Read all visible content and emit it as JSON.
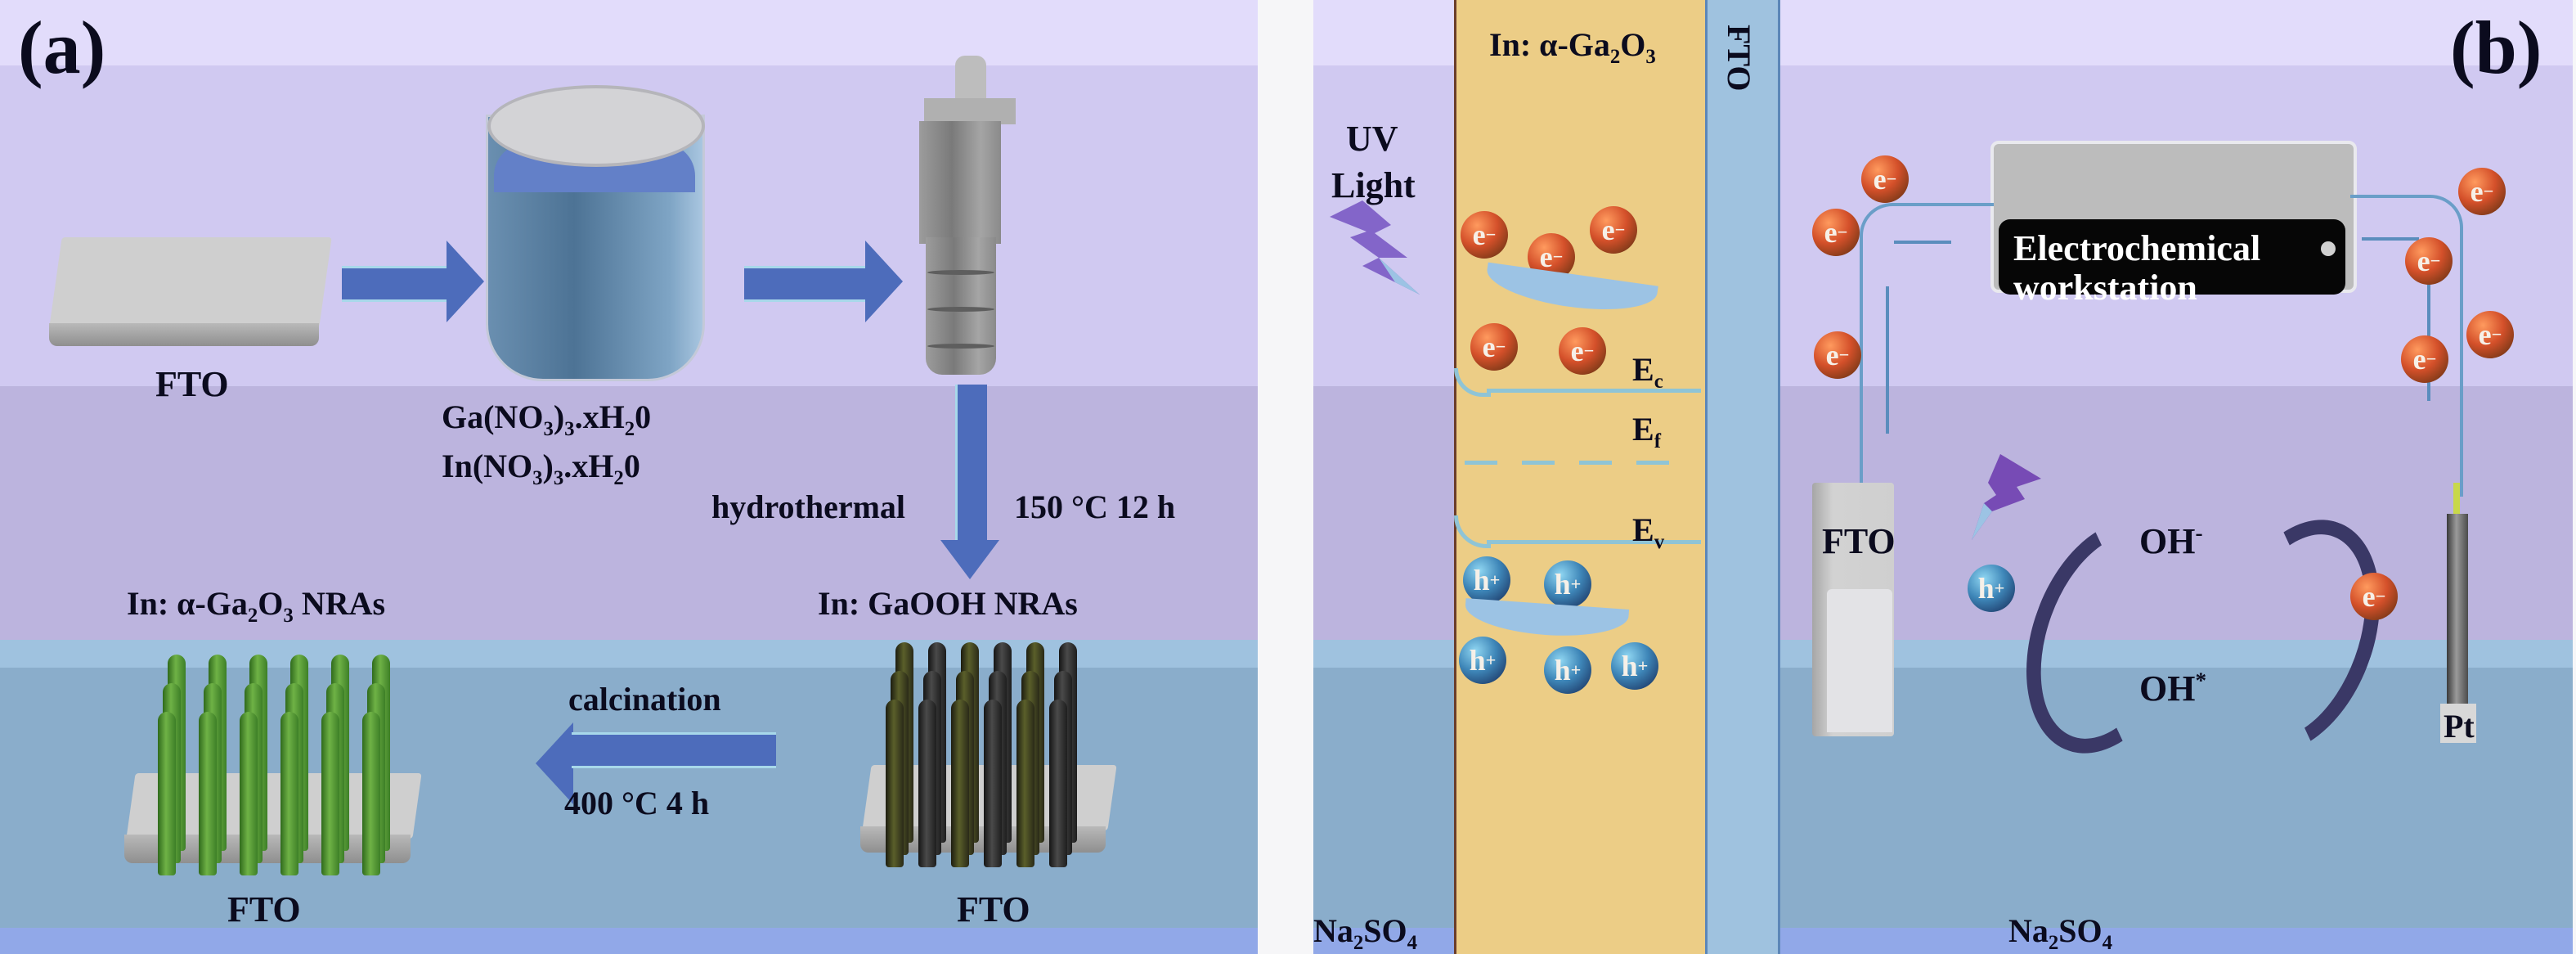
{
  "figure": {
    "panel_a": {
      "label": "(a)",
      "fto_substrate_label": "FTO",
      "precursors": [
        {
          "base": "Ga(NO",
          "sub1": "3",
          "mid": ")",
          "sub2": "3",
          "tail": ".xH",
          "sub3": "2",
          "end": "0"
        },
        {
          "base": "In(NO",
          "sub1": "3",
          "mid": ")",
          "sub2": "3",
          "tail": ".xH",
          "sub3": "2",
          "end": "0"
        }
      ],
      "hydrothermal_label": "hydrothermal",
      "hydrothermal_conditions": "150 °C  12 h",
      "gaooh_label": "In: GaOOH NRAs",
      "ga2o3_label": {
        "prefix": "In: α-Ga",
        "sub1": "2",
        "mid": "O",
        "sub2": "3",
        "suffix": " NRAs"
      },
      "calcination_label": "calcination",
      "calcination_conditions": "400 °C   4 h",
      "fto_left_label": "FTO",
      "fto_right_label": "FTO"
    },
    "panel_b": {
      "label": "(b)",
      "uv_label_line1": "UV",
      "uv_label_line2": "Light",
      "layer_label": {
        "prefix": "In: α-Ga",
        "sub1": "2",
        "mid": "O",
        "sub2": "3"
      },
      "fto_strip_label": "FTO",
      "band_levels": [
        {
          "base": "E",
          "sub": "c"
        },
        {
          "base": "E",
          "sub": "f"
        },
        {
          "base": "E",
          "sub": "v"
        }
      ],
      "electron_symbol": {
        "base": "e",
        "sup": "−"
      },
      "hole_symbol": {
        "base": "h",
        "sup": "+"
      },
      "electrolyte_left": {
        "base": "Na",
        "sub1": "2",
        "mid": "SO",
        "sub2": "4"
      },
      "electrolyte_right": {
        "base": "Na",
        "sub1": "2",
        "mid": "SO",
        "sub2": "4"
      },
      "workstation_line1": "Electrochemical",
      "workstation_line2": "workstation",
      "working_electrode_label": "FTO",
      "counter_electrode_label": "Pt",
      "oh_minus": {
        "base": "OH",
        "sup": "-"
      },
      "oh_radical": {
        "base": "OH",
        "sup": "*"
      }
    },
    "colors": {
      "electron": "#d4502a",
      "hole": "#3e86b8",
      "arrow_blue": "#4d6cbb",
      "layer_orange": "#eccd86",
      "fto_blue": "#9fc2df",
      "cycle_arrow": "#3a3866"
    }
  }
}
